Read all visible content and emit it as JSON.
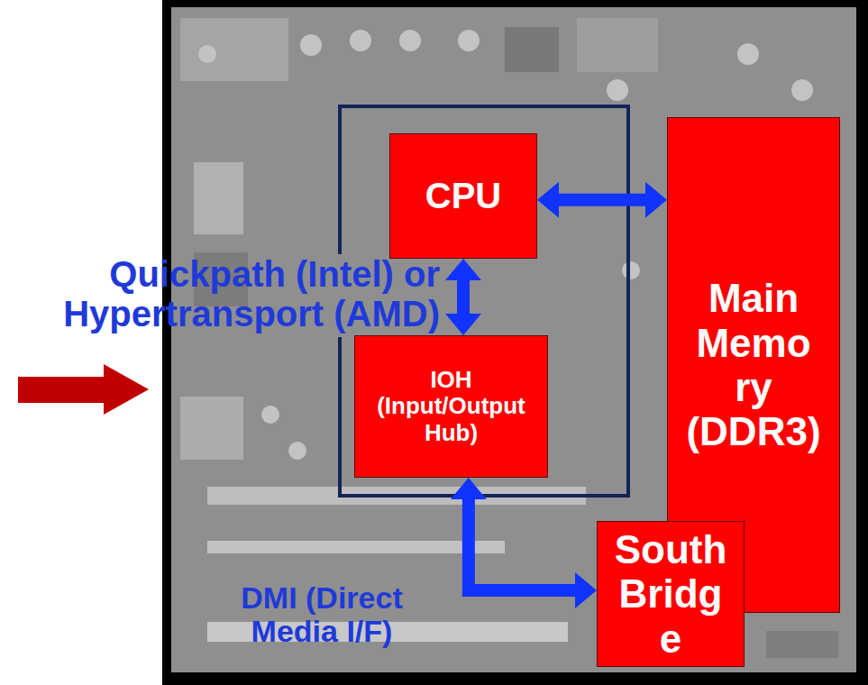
{
  "diagram": {
    "nodes": [
      {
        "text": [
          "CPU"
        ]
      },
      {
        "text": [
          "Main Memo ry (DDR3)"
        ]
      },
      {
        "text": [
          "IOH (Input/Output Hub)"
        ]
      },
      {
        "text": [
          "South Bridg e"
        ]
      }
    ],
    "edges": [
      {
        "from": 0,
        "to": 1,
        "arrow": "both"
      },
      {
        "from": 0,
        "to": 2,
        "arrow": "both",
        "label": "Quickpath (Intel) or Hypertransport (AMD)"
      },
      {
        "from": 2,
        "to": 3,
        "arrow": "both",
        "label": "DMI (Direct Media I/F)"
      }
    ]
  }
}
